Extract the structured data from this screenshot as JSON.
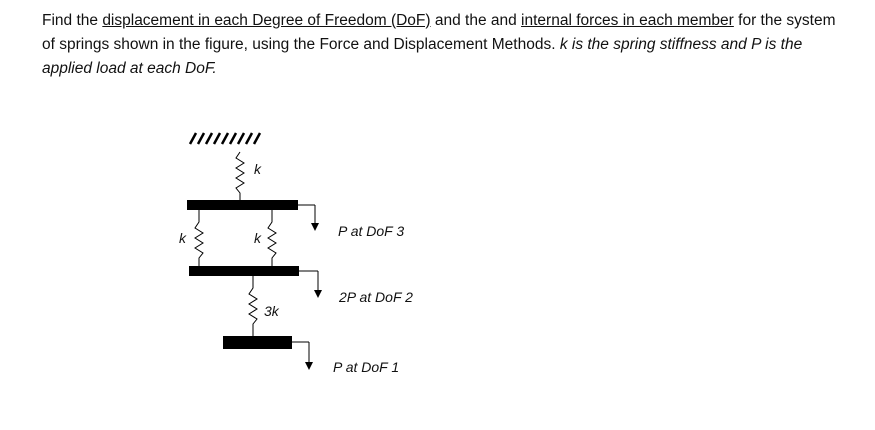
{
  "problem": {
    "t1": "Find the ",
    "u1": "displacement in each Degree of Freedom (DoF)",
    "t2": " and the and ",
    "u2": "internal forces in each member",
    "t3": " for the system of springs shown in the figure, using the Force and Displacement Methods. ",
    "i1": "k is the spring stiffness and P is the applied load at each DoF."
  },
  "figure": {
    "spring_top_label": "k",
    "spring_left_label": "k",
    "spring_right_label": "k",
    "spring_bottom_label": "3k",
    "load_dof3": "P at DoF 3",
    "load_dof2": "2P at DoF 2",
    "load_dof1": "P at DoF 1"
  }
}
